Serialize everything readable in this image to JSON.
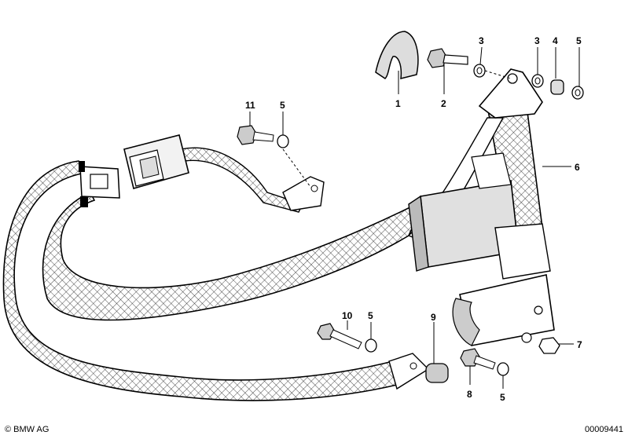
{
  "callouts": {
    "c1": "1",
    "c2": "2",
    "c3a": "3",
    "c3b": "3",
    "c4": "4",
    "c5a": "5",
    "c5b": "5",
    "c5c": "5",
    "c5d": "5",
    "c6": "6",
    "c7": "7",
    "c8": "8",
    "c9": "9",
    "c10": "10",
    "c11": "11"
  },
  "footer": {
    "copyright": "© BMW AG",
    "code": "00009441"
  }
}
